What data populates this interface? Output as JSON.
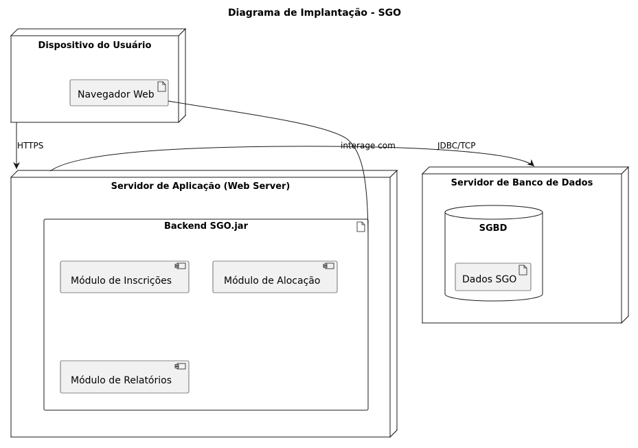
{
  "title": "Diagrama de Implantação - SGO",
  "nodes": {
    "user_device": {
      "label": "Dispositivo do Usuário",
      "artifact": "Navegador Web"
    },
    "app_server": {
      "label": "Servidor de Aplicação (Web Server)",
      "artifact": {
        "label": "Backend SGO.jar",
        "components": [
          "Módulo de Inscrições",
          "Módulo de Alocação",
          "Módulo de Relatórios"
        ]
      }
    },
    "db_server": {
      "label": "Servidor de Banco de Dados",
      "database": {
        "label": "SGBD",
        "artifact": "Dados SGO"
      }
    }
  },
  "connections": {
    "https": "HTTPS",
    "interacts": "interage com",
    "jdbc": "JDBC/TCP"
  },
  "colors": {
    "box_fill": "#f1f1f1",
    "stroke": "#181818",
    "background": "#ffffff"
  }
}
